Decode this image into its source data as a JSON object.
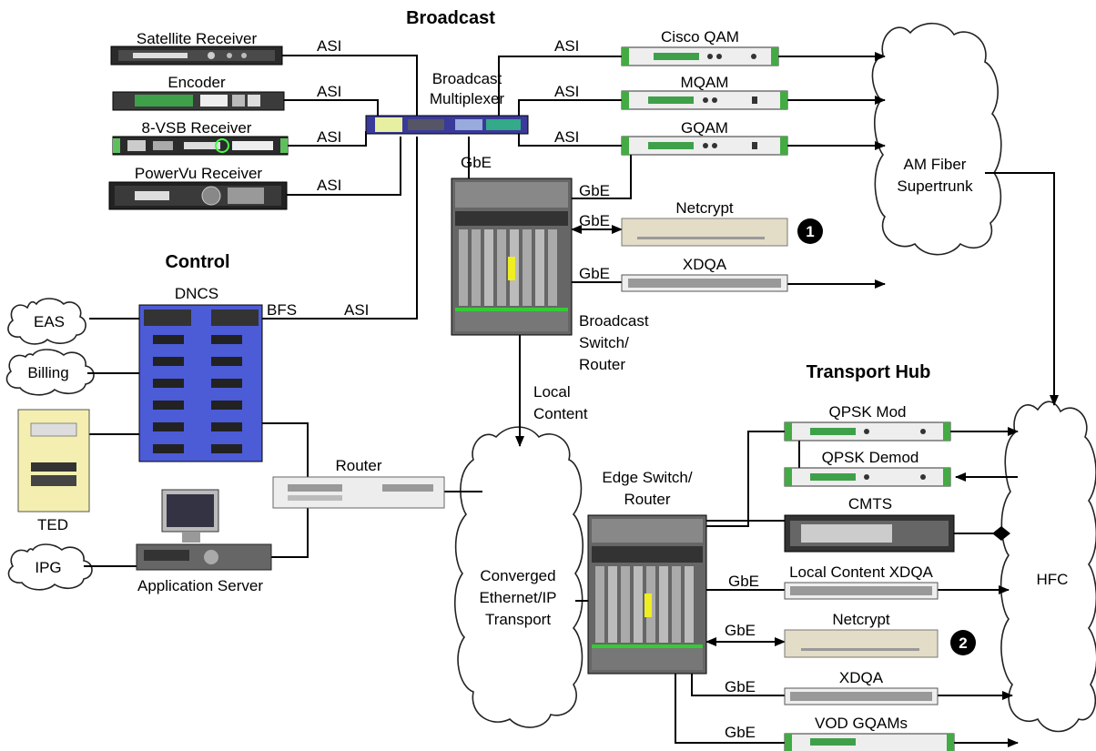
{
  "sections": {
    "broadcast": "Broadcast",
    "control": "Control",
    "transport_hub": "Transport Hub"
  },
  "devices": {
    "satellite_receiver": "Satellite Receiver",
    "encoder": "Encoder",
    "vsb_receiver": "8-VSB Receiver",
    "powervu_receiver": "PowerVu Receiver",
    "broadcast_mux_1": "Broadcast",
    "broadcast_mux_2": "Multiplexer",
    "cisco_qam": "Cisco QAM",
    "mqam": "MQAM",
    "gqam": "GQAM",
    "netcrypt_top": "Netcrypt",
    "xdqa_top": "XDQA",
    "broadcast_switch_1": "Broadcast",
    "broadcast_switch_2": "Switch/",
    "broadcast_switch_3": "Router",
    "dncs": "DNCS",
    "ted": "TED",
    "application_server": "Application Server",
    "router": "Router",
    "edge_switch_1": "Edge Switch/",
    "edge_switch_2": "Router",
    "qpsk_mod": "QPSK Mod",
    "qpsk_demod": "QPSK Demod",
    "cmts": "CMTS",
    "local_content_xdqa": "Local Content XDQA",
    "netcrypt_bottom": "Netcrypt",
    "xdqa_bottom": "XDQA",
    "vod_gqams": "VOD GQAMs"
  },
  "clouds": {
    "eas": "EAS",
    "billing": "Billing",
    "ipg": "IPG",
    "am_fiber_1": "AM Fiber",
    "am_fiber_2": "Supertrunk",
    "converged_1": "Converged",
    "converged_2": "Ethernet/IP",
    "converged_3": "Transport",
    "hfc": "HFC"
  },
  "links": {
    "asi": "ASI",
    "gbe": "GbE",
    "bfs": "BFS",
    "local_content_1": "Local",
    "local_content_2": "Content"
  },
  "markers": {
    "m1": "1",
    "m2": "2"
  }
}
